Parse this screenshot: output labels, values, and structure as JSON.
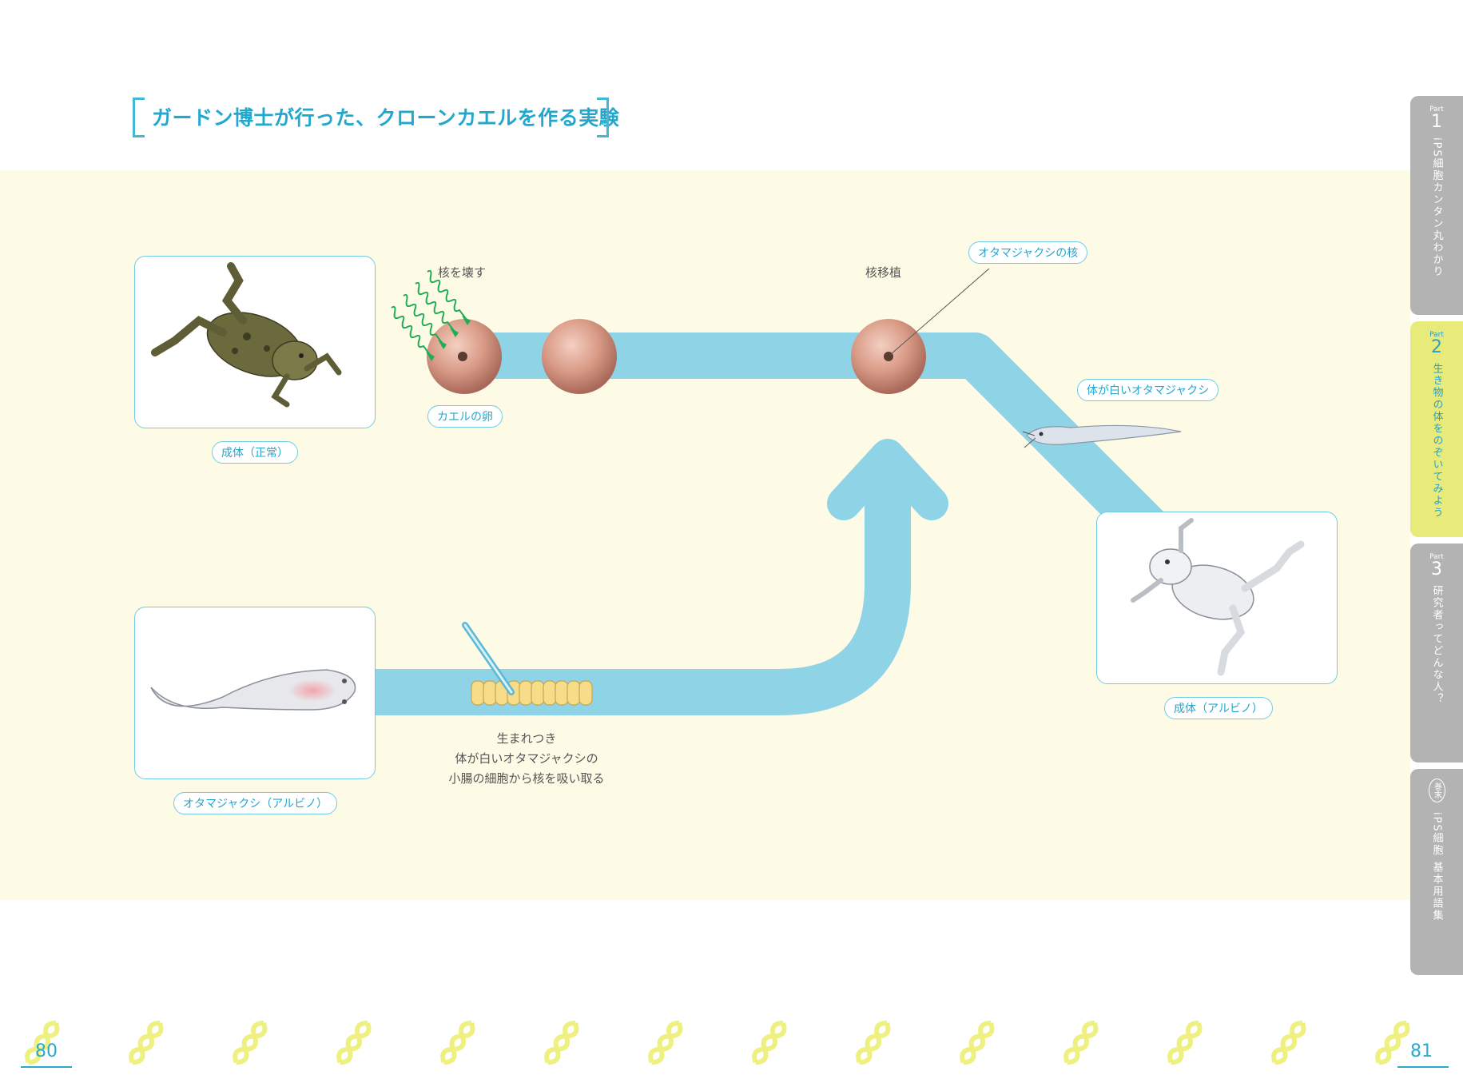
{
  "title": "ガードン博士が行った、クローンカエルを作る実験",
  "labels": {
    "adult_normal": "成体（正常）",
    "frog_egg": "カエルの卵",
    "destroy_nucleus": "核を壊す",
    "nuclear_transfer": "核移植",
    "tadpole_nucleus": "オタマジャクシの核",
    "white_tadpole": "体が白いオタマジャクシ",
    "adult_albino": "成体（アルビノ）",
    "tadpole_albino": "オタマジャクシ（アルビノ）"
  },
  "caption": {
    "line1": "生まれつき",
    "line2": "体が白いオタマジャクシの",
    "line3": "小腸の細胞から核を吸い取る"
  },
  "tabs": [
    {
      "part": "Part",
      "num": "1",
      "text": "iPS細胞カンタン丸わかり"
    },
    {
      "part": "Part",
      "num": "2",
      "text": "生き物の体をのぞいてみよう"
    },
    {
      "part": "Part",
      "num": "3",
      "text": "研究者ってどんな人？"
    },
    {
      "seal": "巻末",
      "text": "iPS細胞 基本用語集"
    }
  ],
  "page_numbers": {
    "left": "80",
    "right": "81"
  },
  "colors": {
    "accent": "#22a8cc",
    "path": "#8fd3e6",
    "band": "#fdfbe6",
    "tab_active": "#e8ea7a",
    "tab_inactive": "#b3b3b3",
    "arrow_green": "#1fae55"
  }
}
